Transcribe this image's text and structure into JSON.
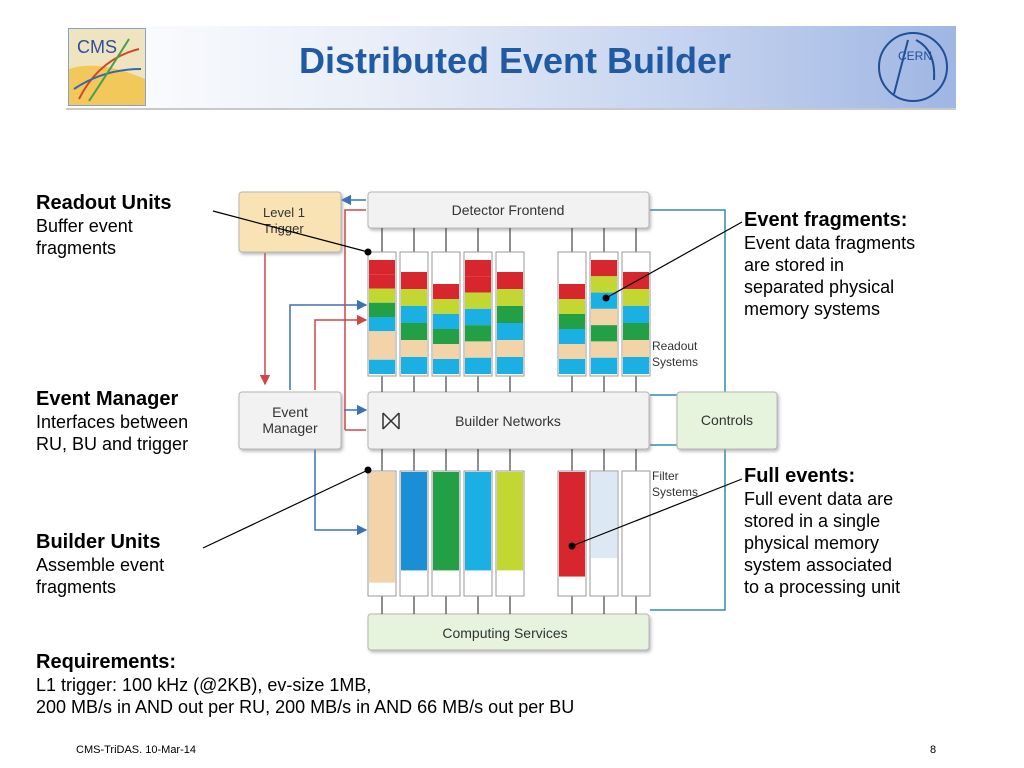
{
  "header": {
    "title": "Distributed Event Builder",
    "cms_logo_text": "CMS",
    "cern_logo_text": "CERN"
  },
  "annotations": {
    "readout_units": {
      "heading": "Readout Units",
      "lines": [
        "Buffer event",
        "fragments"
      ]
    },
    "event_manager": {
      "heading": "Event Manager",
      "lines": [
        "Interfaces between",
        "RU, BU and trigger"
      ]
    },
    "builder_units": {
      "heading": "Builder Units",
      "lines": [
        "Assemble event",
        "fragments"
      ]
    },
    "event_fragments": {
      "heading": "Event fragments:",
      "lines": [
        "Event data fragments",
        "are stored in",
        "separated physical",
        "memory systems"
      ]
    },
    "full_events": {
      "heading": "Full events:",
      "lines": [
        "Full event  data are",
        "stored in a single",
        "physical memory",
        "system associated",
        "to a processing unit"
      ]
    }
  },
  "requirements": {
    "heading": "Requirements:",
    "lines": [
      "L1 trigger: 100 kHz (@2KB), ev-size 1MB,",
      "200 MB/s in AND out per RU, 200 MB/s in AND 66 MB/s out per BU"
    ]
  },
  "diagram": {
    "level1_trigger": [
      "Level 1",
      "Trigger"
    ],
    "detector_frontend": "Detector Frontend",
    "event_manager": [
      "Event",
      "Manager"
    ],
    "builder_networks": "Builder Networks",
    "controls": "Controls",
    "readout_systems": [
      "Readout",
      "Systems"
    ],
    "filter_systems": [
      "Filter",
      "Systems"
    ],
    "computing_services": "Computing Services"
  },
  "colors": {
    "title": "#1f5aa3",
    "red": "#d7262e",
    "yellow_green": "#c3d733",
    "cyan": "#1bb0e3",
    "green": "#23a045",
    "beige": "#f3d4a8",
    "blue": "#1a8fd6",
    "trigger_fill": "#f9e3b4"
  },
  "footer": {
    "left": "CMS-TriDAS. 10-Mar-14",
    "right": "8"
  }
}
